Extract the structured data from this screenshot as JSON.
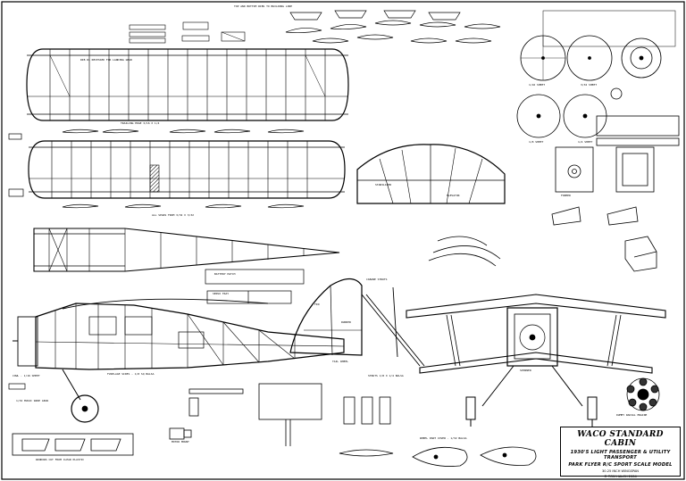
{
  "title_block": {
    "name": "WACO STANDARD CABIN",
    "subtitle1": "1930'S LIGHT PASSENGER & UTILITY TRANSPORT",
    "subtitle2": "PARK FLYER R/C SPORT SCALE MODEL",
    "span": "30.25 INCH WINGSPAN",
    "copyright": "© TOM HALCH 2004"
  },
  "labels": {
    "trailing_edge_top": "TRAILING EDGE 3/16 X 1/4",
    "trailing_edge_lower": "ALL SPARS FROM 3/32 X 3/32",
    "wing_note_top": "TOP AND BOTTOM RIBS TO BUILDING LINE",
    "ribs_note": "RIB R1 RECESSED FOR LANDING GEAR",
    "sheet_116": "1/16 SHEET",
    "sheet_332": "3/32 SHEET",
    "sheet_18": "1/8 SHEET",
    "sheet_14": "1/4 SHEET",
    "wheel_pant": "WHEEL PANT COVER - 1/32 BALSA",
    "radial_engine": "DUMMY RADIAL ENGINE",
    "motor_mount": "MOTOR MOUNT",
    "fuselage_note": "FUSELAGE SIDES - 1/8 SQ BALSA",
    "strut_note": "STRUTS 1/8 X 1/4 BALSA",
    "cowl_note": "COWL - 1/16 SHEET",
    "windows_note": "WINDOWS CUT FROM CLEAR PLASTIC",
    "gear_note": "1/32 MUSIC WIRE GEAR",
    "fin": "FIN",
    "rudder": "RUDDER",
    "stab": "STABILIZER",
    "elevator": "ELEVATOR",
    "former": "FORMER",
    "tail_wheel": "TAIL WHEEL",
    "spinner": "SPINNER",
    "servo_tray": "SERVO TRAY",
    "battery": "BATTERY HATCH",
    "cabane": "CABANE STRUTS"
  }
}
